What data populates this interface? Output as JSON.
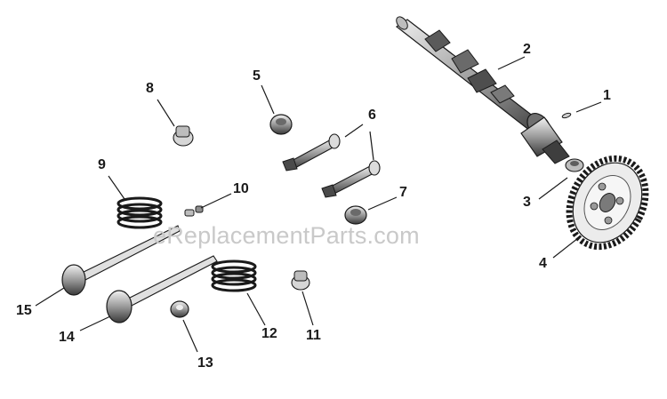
{
  "diagram": {
    "watermark": "eReplacementParts.com",
    "callouts": [
      "1",
      "2",
      "3",
      "4",
      "5",
      "6",
      "7",
      "8",
      "9",
      "10",
      "11",
      "12",
      "13",
      "14",
      "15"
    ],
    "colors": {
      "ink": "#1a1a1a",
      "part_fill": "#d9d9d9",
      "part_dark": "#555555",
      "watermark": "#c9c9c9"
    }
  }
}
